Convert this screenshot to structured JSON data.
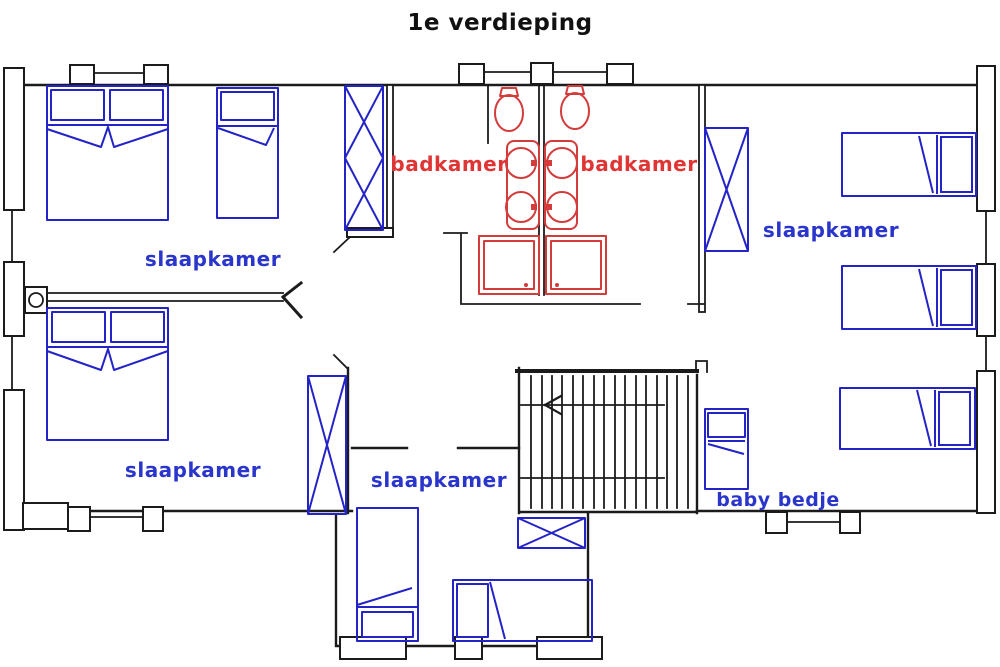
{
  "title": "1e verdieping",
  "labels": {
    "bedroom_top_left": "slaapkamer",
    "bedroom_bottom_left": "slaapkamer",
    "bedroom_bottom_middle": "slaapkamer",
    "bedroom_right": "slaapkamer",
    "bathroom_left": "badkamer",
    "bathroom_right": "badkamer",
    "baby_bed": "baby bedje"
  },
  "colors": {
    "wall": "#1b1b1b",
    "furniture": "#2323c8",
    "fixture": "#d43b3b",
    "label_blue": "#2a35cc",
    "label_red": "#e03535",
    "background": "#ffffff"
  }
}
